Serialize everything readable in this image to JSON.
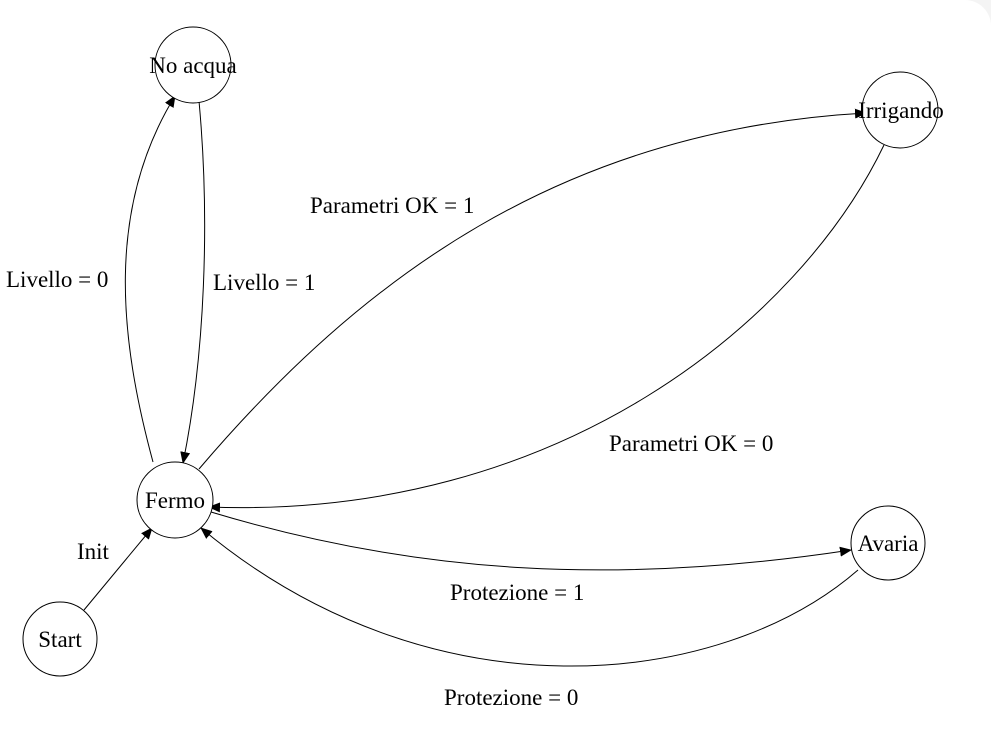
{
  "diagram": {
    "nodes": {
      "no_acqua": "No acqua",
      "irrigando": "Irrigando",
      "fermo": "Fermo",
      "avaria": "Avaria",
      "start": "Start"
    },
    "edges": {
      "fermo_to_no_acqua": "Livello = 0",
      "no_acqua_to_fermo": "Livello = 1",
      "fermo_to_irrigando": "Parametri OK = 1",
      "irrigando_to_fermo": "Parametri OK = 0",
      "fermo_to_avaria": "Protezione = 1",
      "avaria_to_fermo": "Protezione = 0",
      "start_to_fermo": "Init"
    },
    "colors": {
      "stroke": "#000000",
      "background": "#ffffff"
    }
  }
}
